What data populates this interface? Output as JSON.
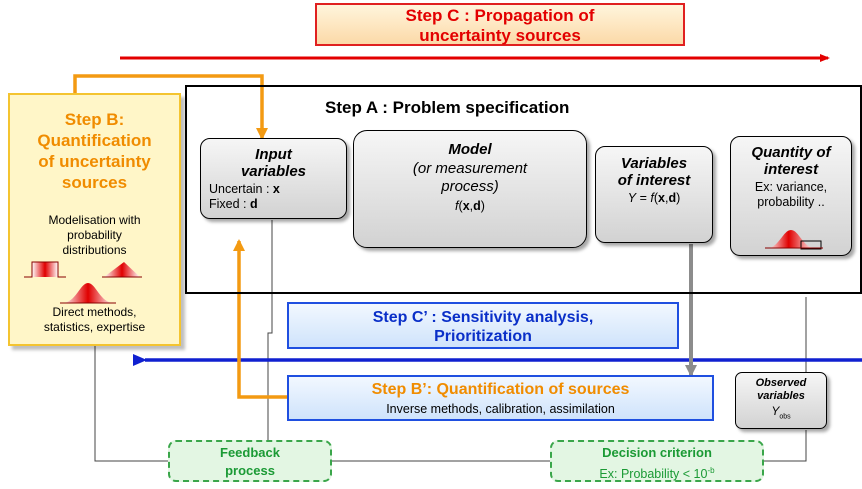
{
  "step_c": {
    "line1": "Step C : Propagation of",
    "line2": "uncertainty sources"
  },
  "step_a": {
    "title": "Step A : Problem specification"
  },
  "step_b": {
    "title": [
      "Step B:",
      "Quantification",
      "of uncertainty",
      "sources"
    ],
    "subtitle": [
      "Modelisation with",
      "probability",
      "distributions"
    ],
    "footer": [
      "Direct methods,",
      "statistics, expertise"
    ]
  },
  "input_variables": {
    "title": [
      "Input",
      "variables"
    ],
    "uncertain_label": "Uncertain : ",
    "uncertain_var": "x",
    "fixed_label": "Fixed : ",
    "fixed_var": "d"
  },
  "model": {
    "title": "Model",
    "subtitle": [
      "(or measurement",
      "process)"
    ],
    "formula": {
      "f": "f",
      "open": "(",
      "x": "x",
      "comma": ",",
      "d": "d",
      "close": ")"
    }
  },
  "variables_of_interest": {
    "title": [
      "Variables",
      "of interest"
    ],
    "formula": {
      "y": "Y",
      "eq": " = ",
      "f": "f",
      "open": "(",
      "x": "x",
      "comma": ",",
      "d": "d",
      "close": ")"
    }
  },
  "quantity_of_interest": {
    "title": [
      "Quantity of",
      "interest"
    ],
    "desc": [
      "Ex: variance,",
      "probability .."
    ]
  },
  "step_c_prime": {
    "line1": "Step C’ : Sensitivity analysis,",
    "line2": "Prioritization"
  },
  "step_b_prime": {
    "title": "Step B’: Quantification of sources",
    "subtitle": "Inverse methods, calibration, assimilation"
  },
  "observed_variables": {
    "title": [
      "Observed",
      "variables"
    ],
    "symbol": "Y",
    "subscript": "obs"
  },
  "feedback_process": {
    "line1": "Feedback",
    "line2": "process"
  },
  "decision_criterion": {
    "title": "Decision criterion",
    "text": "Ex: Probability < 10",
    "sup": "-b"
  },
  "colors": {
    "step_c_red": "#e30000",
    "step_b_orange": "#f08c00",
    "blue": "#1f4fe0",
    "green": "#1b9a35",
    "grey_arrow": "#8c8c8c"
  }
}
